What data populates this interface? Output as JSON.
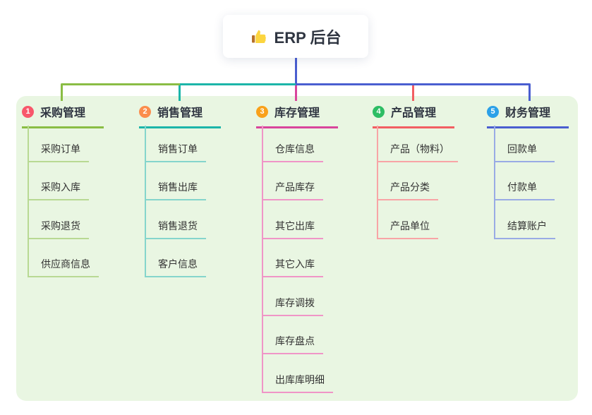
{
  "root": {
    "label": "ERP 后台",
    "icon": "thumbs-up-icon"
  },
  "colors": {
    "panel_background": "#e9f6e2",
    "root_connector": "#4a5ed0",
    "header_text": "#2f3541",
    "item_text": "#333333"
  },
  "branches": [
    {
      "num": "1",
      "label": "采购管理",
      "badge_color": "#f8576b",
      "line_color": "#8abd44",
      "sub_line_color": "#b8d993",
      "items": [
        "采购订单",
        "采购入库",
        "采购退货",
        "供应商信息"
      ]
    },
    {
      "num": "2",
      "label": "销售管理",
      "badge_color": "#fb8d4d",
      "line_color": "#1cb5a9",
      "sub_line_color": "#85d5cc",
      "items": [
        "销售订单",
        "销售出库",
        "销售退货",
        "客户信息"
      ]
    },
    {
      "num": "3",
      "label": "库存管理",
      "badge_color": "#f9a11b",
      "line_color": "#d9459c",
      "sub_line_color": "#f095c7",
      "items": [
        "仓库信息",
        "产品库存",
        "其它出库",
        "其它入库",
        "库存调拨",
        "库存盘点",
        "出库库明细"
      ]
    },
    {
      "num": "4",
      "label": "产品管理",
      "badge_color": "#2dbd64",
      "line_color": "#f25e62",
      "sub_line_color": "#f8a4a6",
      "items": [
        "产品（物料）",
        "产品分类",
        "产品单位"
      ]
    },
    {
      "num": "5",
      "label": "财务管理",
      "badge_color": "#2ba0e8",
      "line_color": "#4a5ed0",
      "sub_line_color": "#99abe5",
      "items": [
        "回款单",
        "付款单",
        "结算账户"
      ]
    }
  ]
}
